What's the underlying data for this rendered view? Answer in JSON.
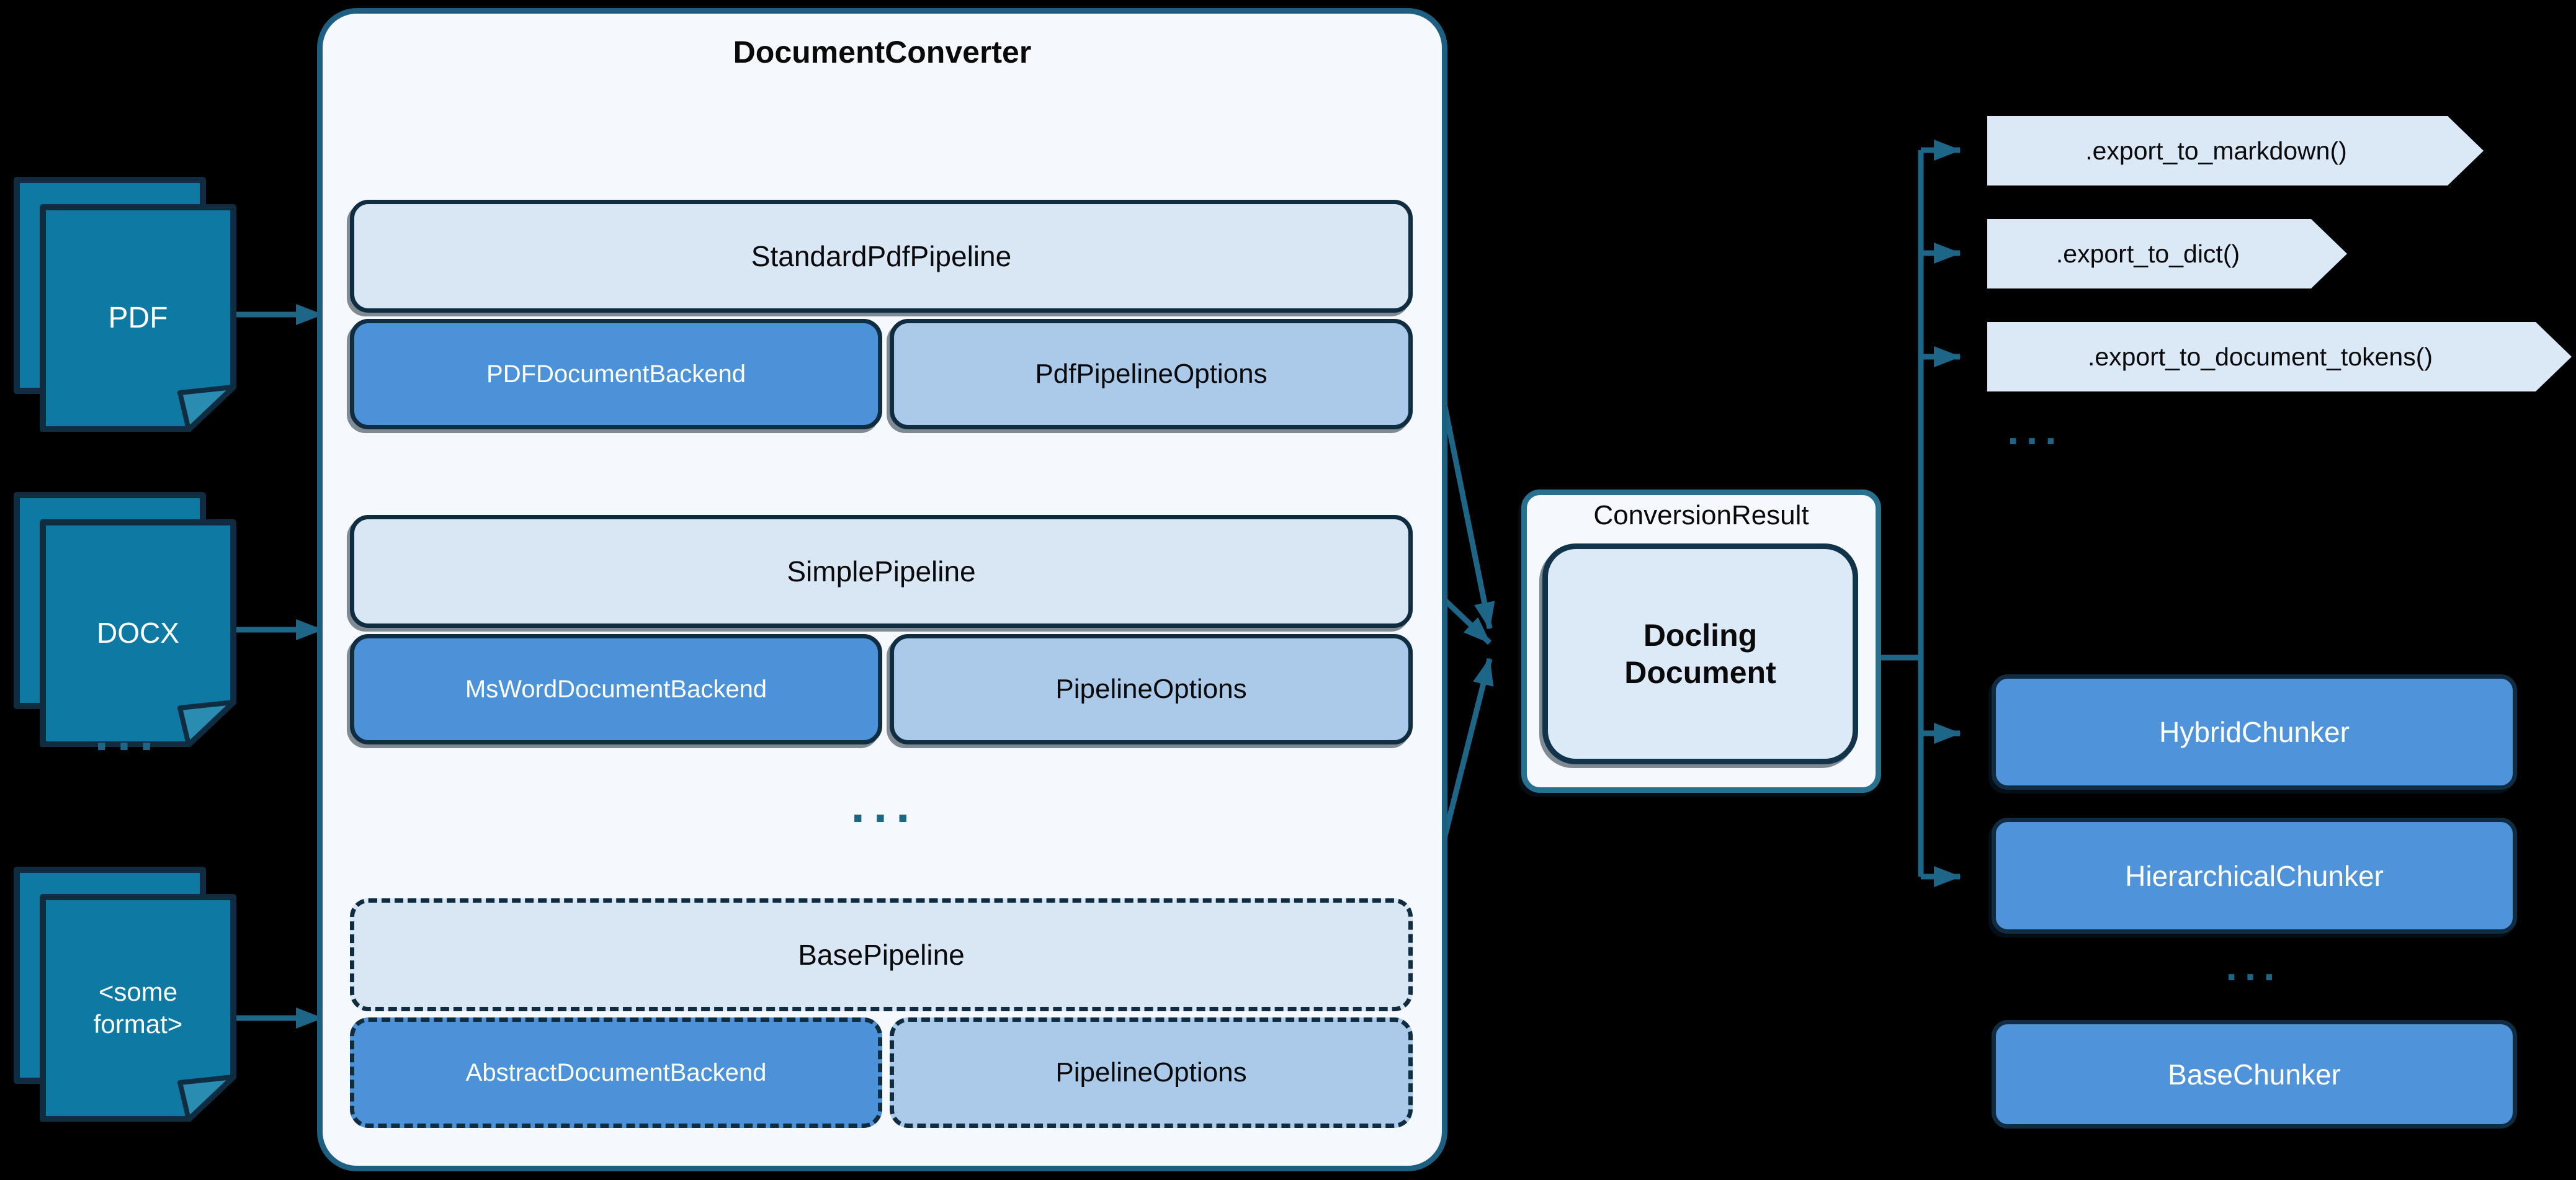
{
  "colors": {
    "bg": "#000000",
    "teal": "#1d6688",
    "navy": "#0f2c40",
    "converterFill": "#f5f8fd",
    "converterBorder": "#1d5f80",
    "pipelineFill": "#d9e7f5",
    "backendFill": "#4b92d9",
    "optionsFill": "#abc9e9",
    "iconFill": "#0e7aa3",
    "iconFlap": "#2a8cb1",
    "resultFill": "#f5f8fd",
    "resultBorder": "#27708f",
    "doclingFill": "#dce9f7",
    "chevronFill": "#dbe8f6",
    "chunkerFill": "#4f94da",
    "textDark": "#0a0a0a",
    "textLight": "#ffffff"
  },
  "inputs": {
    "items": [
      {
        "label": "PDF"
      },
      {
        "label": "DOCX"
      },
      {
        "label": "<some format>"
      }
    ],
    "ellipsis": "..."
  },
  "converter": {
    "title": "DocumentConverter",
    "ellipsis": "...",
    "pipelines": [
      {
        "title": "StandardPdfPipeline",
        "backend": "PDFDocumentBackend",
        "options": "PdfPipelineOptions"
      },
      {
        "title": "SimplePipeline",
        "backend": "MsWordDocumentBackend",
        "options": "PipelineOptions"
      },
      {
        "title": "BasePipeline",
        "backend": "AbstractDocumentBackend",
        "options": "PipelineOptions"
      }
    ]
  },
  "result": {
    "label": "ConversionResult",
    "document": "Docling Document"
  },
  "exports": {
    "items": [
      ".export_to_markdown()",
      ".export_to_dict()",
      ".export_to_document_tokens()"
    ],
    "ellipsis": "..."
  },
  "chunkers": {
    "items": [
      "HybridChunker",
      "HierarchicalChunker"
    ],
    "ellipsis": "...",
    "base": "BaseChunker"
  }
}
